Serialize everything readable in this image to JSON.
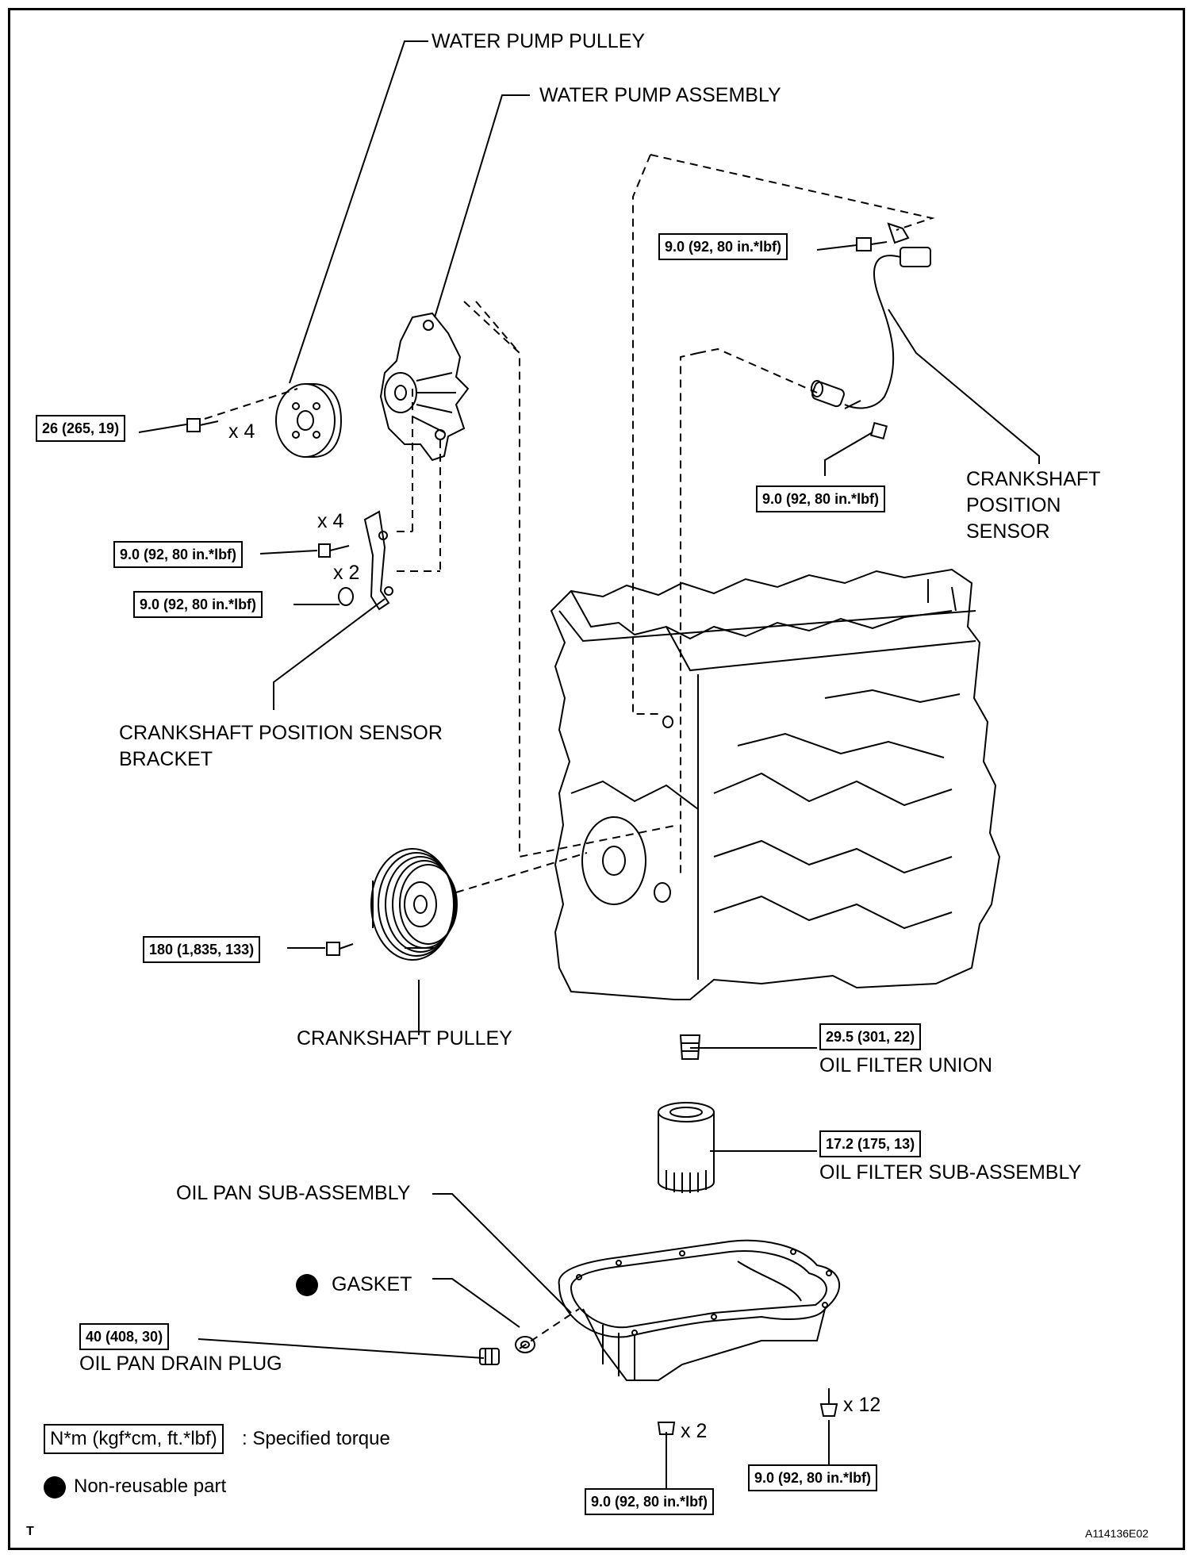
{
  "parts": {
    "water_pump_pulley": "WATER PUMP PULLEY",
    "water_pump_assembly": "WATER PUMP ASSEMBLY",
    "crank_sensor_line1": "CRANKSHAFT",
    "crank_sensor_line2": "POSITION",
    "crank_sensor_line3": "SENSOR",
    "bracket_line1": "CRANKSHAFT POSITION SENSOR",
    "bracket_line2": "BRACKET",
    "crankshaft_pulley": "CRANKSHAFT PULLEY",
    "oil_filter_union": "OIL FILTER UNION",
    "oil_filter_sub_assembly": "OIL FILTER SUB-ASSEMBLY",
    "oil_pan_sub_assembly": "OIL PAN SUB-ASSEMBLY",
    "gasket": "GASKET",
    "oil_pan_drain_plug": "OIL PAN DRAIN PLUG"
  },
  "torques": {
    "sensor_top": "9.0 (92, 80 in.*lbf)",
    "water_pump_pulley": "26 (265, 19)",
    "sensor_lower": "9.0 (92, 80 in.*lbf)",
    "bracket_bolt": "9.0 (92, 80 in.*lbf)",
    "bracket_nut": "9.0 (92, 80 in.*lbf)",
    "crankshaft_pulley": "180 (1,835, 133)",
    "oil_filter_union": "29.5 (301, 22)",
    "oil_filter": "17.2 (175, 13)",
    "drain_plug": "40 (408, 30)",
    "oil_pan_bolt": "9.0 (92, 80 in.*lbf)",
    "oil_pan_nut": "9.0 (92, 80 in.*lbf)"
  },
  "quantities": {
    "pulley_bolts": "x 4",
    "bracket_bolts": "x 4",
    "bracket_nuts": "x 2",
    "pan_nuts": "x 2",
    "pan_bolts": "x 12"
  },
  "legend": {
    "torque_unit": "N*m (kgf*cm, ft.*lbf)",
    "torque_desc": ": Specified torque",
    "non_reusable": "Non-reusable part"
  },
  "corner": {
    "bottom_left": "T",
    "figure_code": "A114136E02"
  }
}
